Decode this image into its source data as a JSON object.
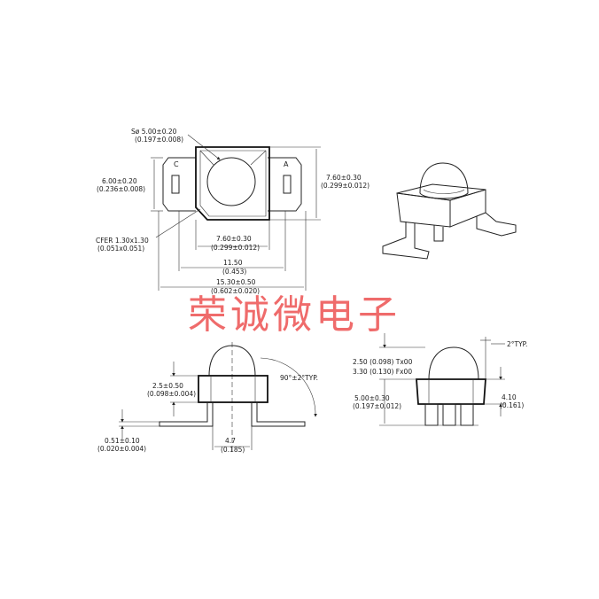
{
  "top_view": {
    "lens_dia": "Sø 5.00±0.20",
    "lens_dia_in": "(0.197±0.008)",
    "width": "6.00±0.20",
    "width_in": "(0.236±0.008)",
    "height": "7.60±0.30",
    "height_in": "(0.299±0.012)",
    "body_len": "7.60±0.30",
    "body_len_in": "(0.299±0.012)",
    "lead_span": "11.50",
    "lead_span_in": "(0.453)",
    "overall": "15.30±0.50",
    "overall_in": "(0.602±0.020)",
    "chamfer": "CFER 1.30x1.30",
    "chamfer_in": "(0.051x0.051)",
    "pin_c": "C",
    "pin_a": "A"
  },
  "front_view": {
    "height": "2.5±0.50",
    "height_in": "(0.098±0.004)",
    "lead_thk": "0.51±0.10",
    "lead_thk_in": "(0.020±0.004)",
    "pitch": "4.7",
    "pitch_in": "(0.185)",
    "angle": "90°±2°TYP."
  },
  "side_view": {
    "tx": "2.50  (0.098)  Tx00",
    "fx": "3.30  (0.130)  Fx00",
    "body_h": "5.00±0.30",
    "body_h_in": "(0.197±0.012)",
    "total_h": "4.10",
    "total_h_in": "(0.161)",
    "draft": "2°TYP."
  },
  "watermark": "荣诚微电子"
}
